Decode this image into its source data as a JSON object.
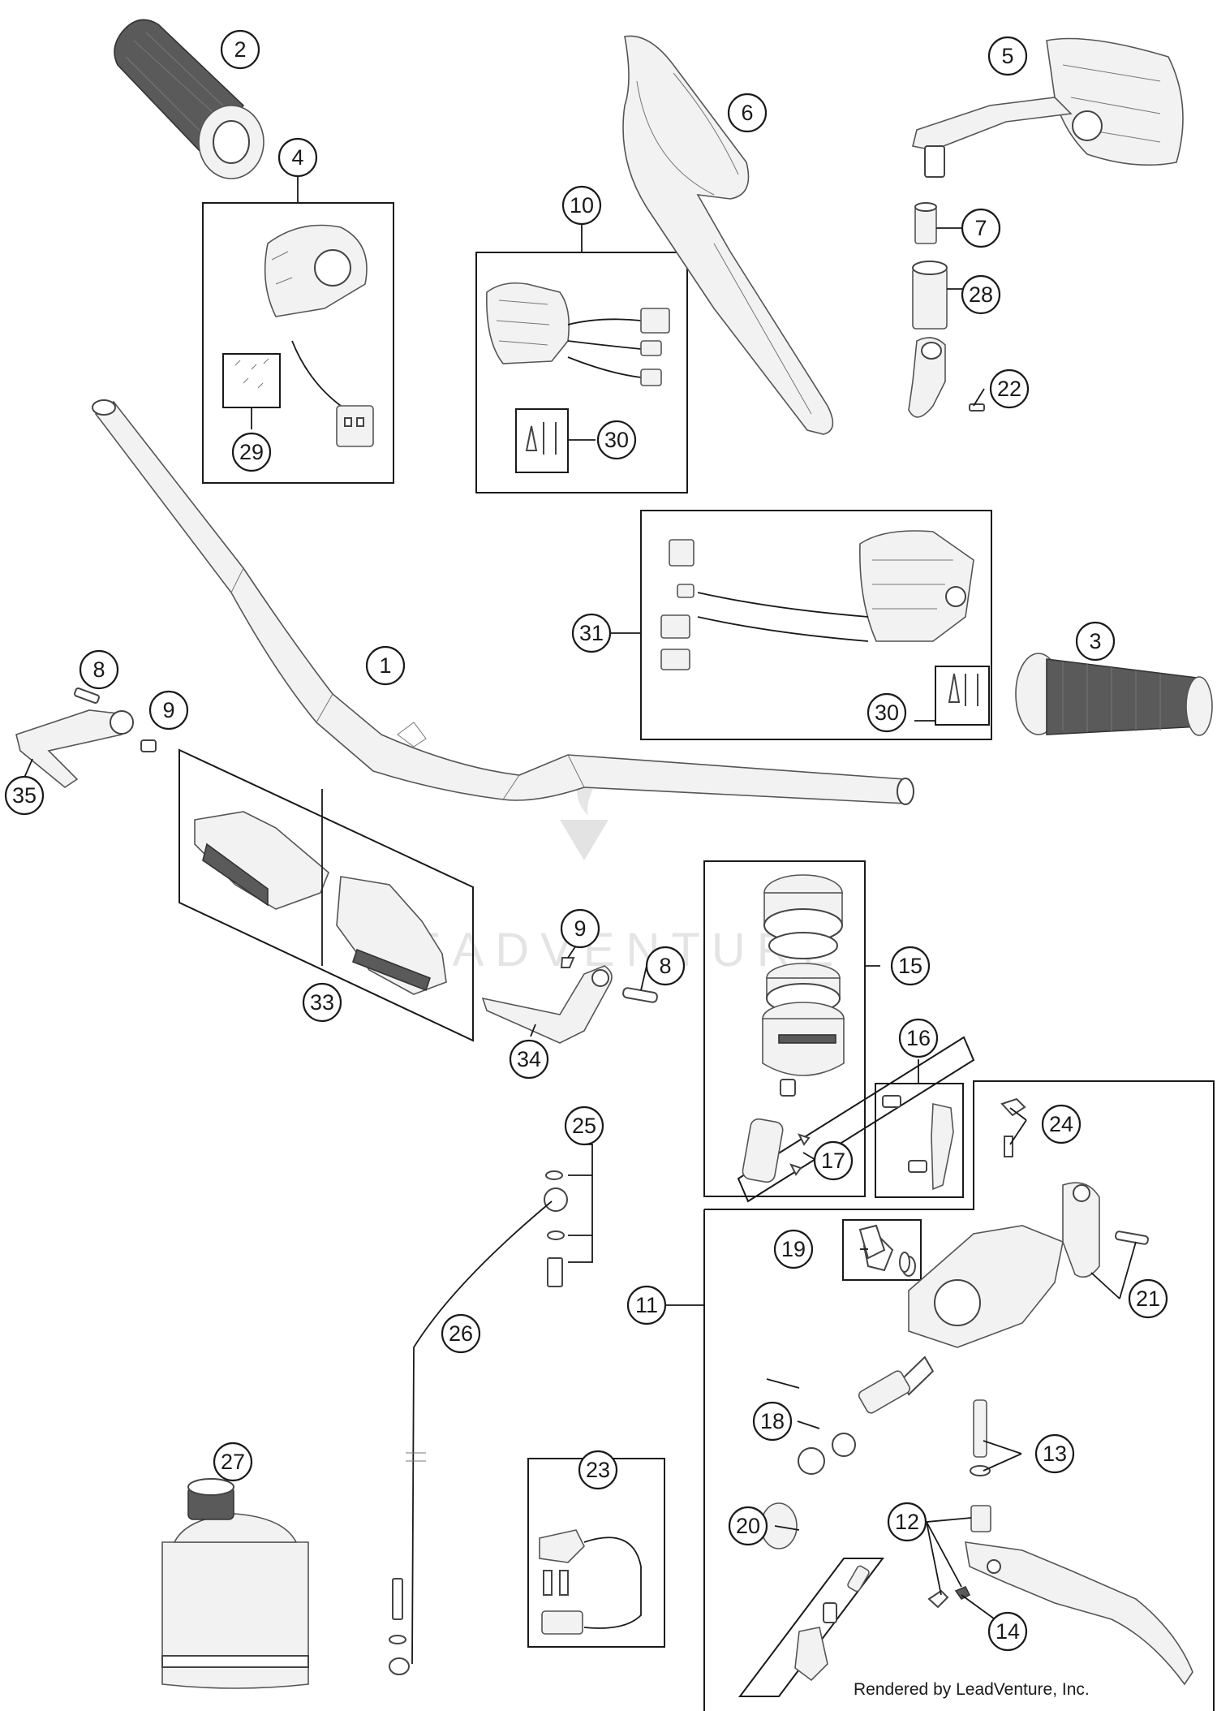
{
  "callouts": [
    {
      "id": "c1",
      "label": "1"
    },
    {
      "id": "c2",
      "label": "2"
    },
    {
      "id": "c3",
      "label": "3"
    },
    {
      "id": "c4",
      "label": "4"
    },
    {
      "id": "c5",
      "label": "5"
    },
    {
      "id": "c6",
      "label": "6"
    },
    {
      "id": "c7",
      "label": "7"
    },
    {
      "id": "c8a",
      "label": "8"
    },
    {
      "id": "c8b",
      "label": "8"
    },
    {
      "id": "c9a",
      "label": "9"
    },
    {
      "id": "c9b",
      "label": "9"
    },
    {
      "id": "c10",
      "label": "10"
    },
    {
      "id": "c11",
      "label": "11"
    },
    {
      "id": "c12",
      "label": "12"
    },
    {
      "id": "c13",
      "label": "13"
    },
    {
      "id": "c14",
      "label": "14"
    },
    {
      "id": "c15",
      "label": "15"
    },
    {
      "id": "c16",
      "label": "16"
    },
    {
      "id": "c17",
      "label": "17"
    },
    {
      "id": "c18",
      "label": "18"
    },
    {
      "id": "c19",
      "label": "19"
    },
    {
      "id": "c20",
      "label": "20"
    },
    {
      "id": "c21",
      "label": "21"
    },
    {
      "id": "c22",
      "label": "22"
    },
    {
      "id": "c23",
      "label": "23"
    },
    {
      "id": "c24",
      "label": "24"
    },
    {
      "id": "c25",
      "label": "25"
    },
    {
      "id": "c26",
      "label": "26"
    },
    {
      "id": "c27",
      "label": "27"
    },
    {
      "id": "c28",
      "label": "28"
    },
    {
      "id": "c29",
      "label": "29"
    },
    {
      "id": "c30a",
      "label": "30"
    },
    {
      "id": "c30b",
      "label": "30"
    },
    {
      "id": "c31",
      "label": "31"
    },
    {
      "id": "c33",
      "label": "33"
    },
    {
      "id": "c34",
      "label": "34"
    },
    {
      "id": "c35",
      "label": "35"
    }
  ],
  "watermark": "LEADVENTURE",
  "credit": "Rendered by LeadVenture, Inc."
}
